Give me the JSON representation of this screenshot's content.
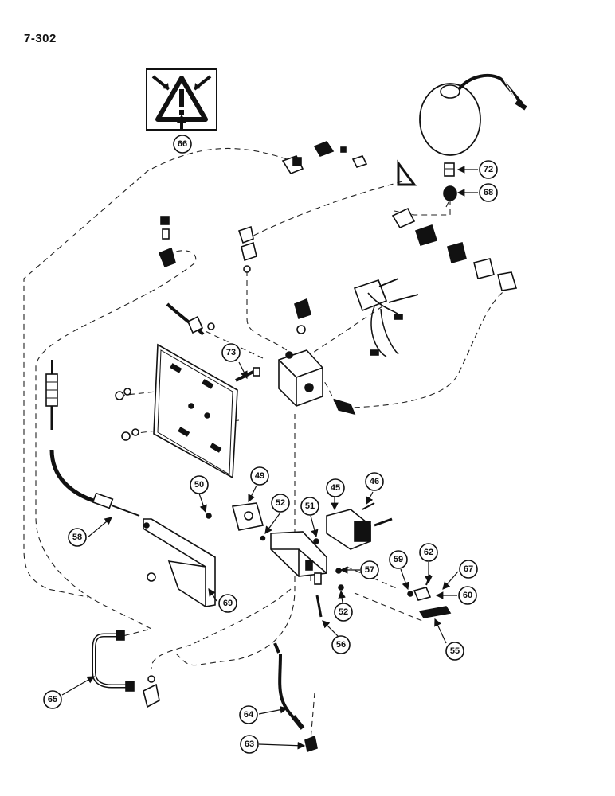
{
  "page": {
    "number": "7-302"
  },
  "callouts": [
    "66",
    "72",
    "68",
    "73",
    "50",
    "49",
    "52",
    "51",
    "45",
    "46",
    "58",
    "69",
    "57",
    "62",
    "67",
    "59",
    "60",
    "52",
    "56",
    "55",
    "65",
    "64",
    "63"
  ],
  "colors": {
    "ink": "#111111",
    "paper": "#ffffff"
  },
  "icons": {
    "warning": "warning-triangle-icon"
  }
}
